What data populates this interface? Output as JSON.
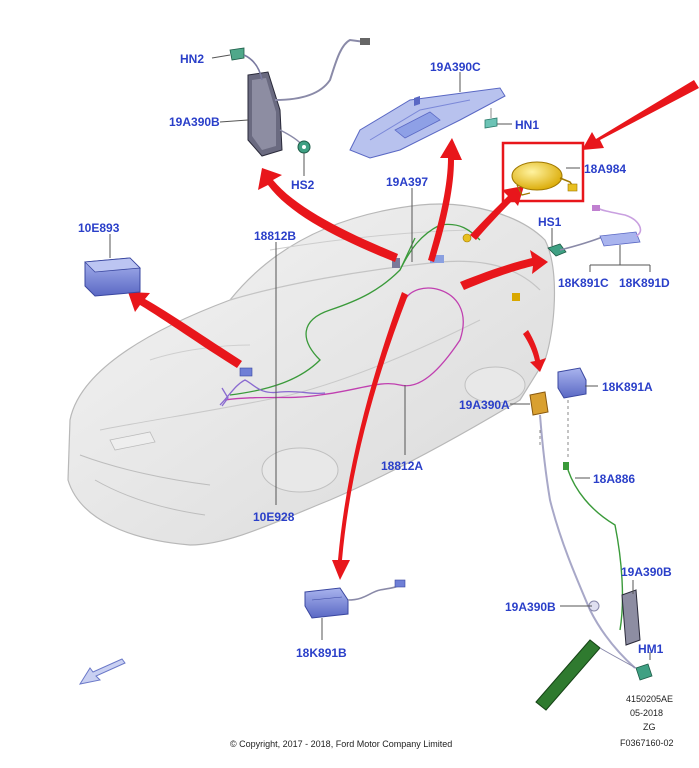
{
  "colors": {
    "label": "#2a3fc9",
    "arrow": "#e8161b",
    "highlight_box": "#e8161b",
    "wire_green": "#3a9a3a",
    "wire_magenta": "#c040b0",
    "wire_purple": "#8a6ad0",
    "module_blue": "#6f7fd6",
    "antenna_yellow": "#e8c020"
  },
  "labels": {
    "hn2": "HN2",
    "p19a390b_top": "19A390B",
    "hs2": "HS2",
    "p19a390c": "19A390C",
    "hn1": "HN1",
    "p19a397": "19A397",
    "p18a984": "18A984",
    "hs1": "HS1",
    "p18k891c": "18K891C",
    "p18k891d": "18K891D",
    "p10e893": "10E893",
    "p18812b": "18812B",
    "p18k891a": "18K891A",
    "p19a390a": "19A390A",
    "p18a886": "18A886",
    "p18812a": "18812A",
    "p10e928": "10E928",
    "p19a390b_bottom": "19A390B",
    "p19a390b_rear": "19A390B",
    "hm1": "HM1",
    "p18k891b": "18K891B"
  },
  "footer": {
    "copyright": "© Copyright, 2017 - 2018, Ford Motor Company Limited",
    "code1": "4150205AE",
    "code2": "05-2018",
    "code3": "ZG",
    "code4": "F0367160-02"
  }
}
